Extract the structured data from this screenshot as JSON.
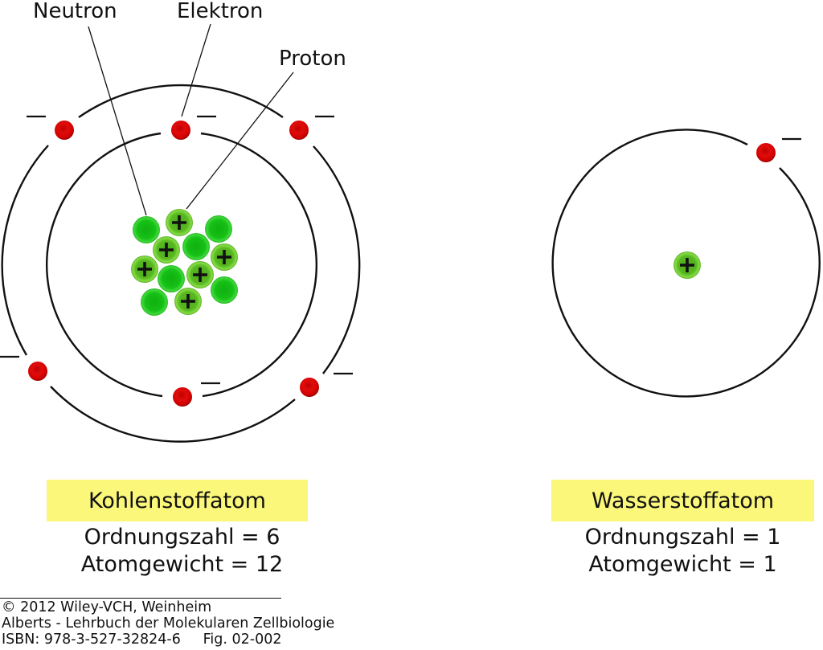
{
  "labels": {
    "neutron": "Neutron",
    "electron": "Elektron",
    "proton": "Proton"
  },
  "carbon": {
    "name": "Kohlenstoffatom",
    "atomic_number_text": "Ordnungszahl = 6",
    "atomic_weight_text": "Atomgewicht = 12",
    "atomic_number": 6,
    "atomic_weight": 12,
    "protons": 6,
    "neutrons": 6,
    "electrons": 6,
    "shells": [
      2,
      4
    ]
  },
  "hydrogen": {
    "name": "Wasserstoffatom",
    "atomic_number_text": "Ordnungszahl = 1",
    "atomic_weight_text": "Atomgewicht = 1",
    "atomic_number": 1,
    "atomic_weight": 1,
    "protons": 1,
    "neutrons": 0,
    "electrons": 1,
    "shells": [
      1
    ]
  },
  "symbols": {
    "electron_charge": "−",
    "proton_charge": "+"
  },
  "colors": {
    "electron": "#d40000",
    "proton": "#5ec21a",
    "neutron": "#22c41a",
    "orbit": "#111111",
    "label_highlight": "#faf77a"
  },
  "credit": {
    "line1": "© 2012 Wiley-VCH, Weinheim",
    "line2": "Alberts - Lehrbuch der Molekularen Zellbiologie",
    "line3": "ISBN: 978-3-527-32824-6     Fig. 02-002"
  }
}
